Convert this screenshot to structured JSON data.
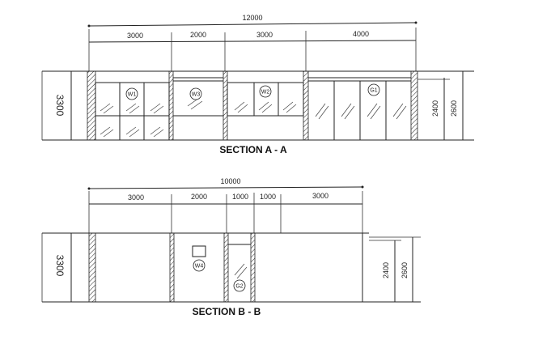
{
  "section_a": {
    "title": "SECTION A - A",
    "overall": "12000",
    "segments": [
      "3000",
      "2000",
      "3000",
      "4000"
    ],
    "height_left": "3300",
    "height_right_1": "2400",
    "height_right_2": "2600",
    "tags": [
      "W1",
      "W3",
      "W2",
      "G1"
    ]
  },
  "section_b": {
    "title": "SECTION B - B",
    "overall": "10000",
    "segments": [
      "3000",
      "2000",
      "1000",
      "1000",
      "3000"
    ],
    "height_left": "3300",
    "height_right_1": "2400",
    "height_right_2": "2600",
    "tags": [
      "W4",
      "G2"
    ]
  }
}
